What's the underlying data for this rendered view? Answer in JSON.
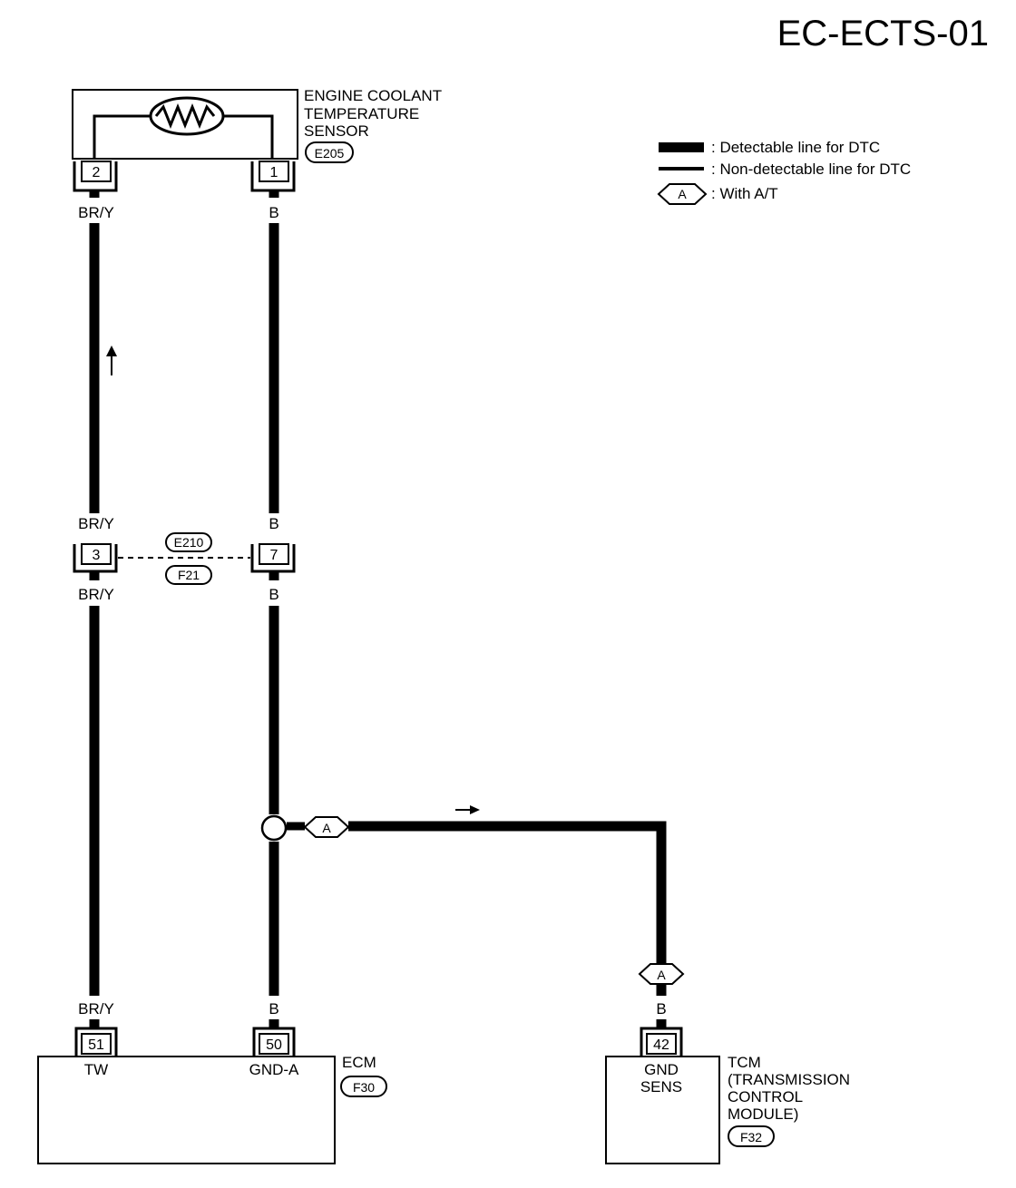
{
  "title": "EC-ECTS-01",
  "legend": {
    "detectable": ": Detectable line for DTC",
    "non_detectable": ": Non-detectable line for DTC",
    "option_symbol": "A",
    "option_text": ": With A/T"
  },
  "sensor": {
    "name_line1": "ENGINE COOLANT",
    "name_line2": "TEMPERATURE",
    "name_line3": "SENSOR",
    "connector": "E205",
    "pin_left": "2",
    "pin_right": "1"
  },
  "wires": {
    "left_color": "BR/Y",
    "right_color": "B"
  },
  "junction": {
    "connector_top": "E210",
    "connector_bottom": "F21",
    "pin_left": "3",
    "pin_right": "7"
  },
  "branch": {
    "option_symbol": "A"
  },
  "ecm": {
    "name": "ECM",
    "connector": "F30",
    "pin_left": "51",
    "pin_left_label": "TW",
    "pin_right": "50",
    "pin_right_label": "GND-A"
  },
  "tcm": {
    "name_line1": "TCM",
    "name_line2": "(TRANSMISSION",
    "name_line3": "CONTROL",
    "name_line4": "MODULE)",
    "connector": "F32",
    "pin": "42",
    "pin_label_line1": "GND",
    "pin_label_line2": "SENS",
    "option_symbol": "A",
    "wire_color": "B"
  }
}
